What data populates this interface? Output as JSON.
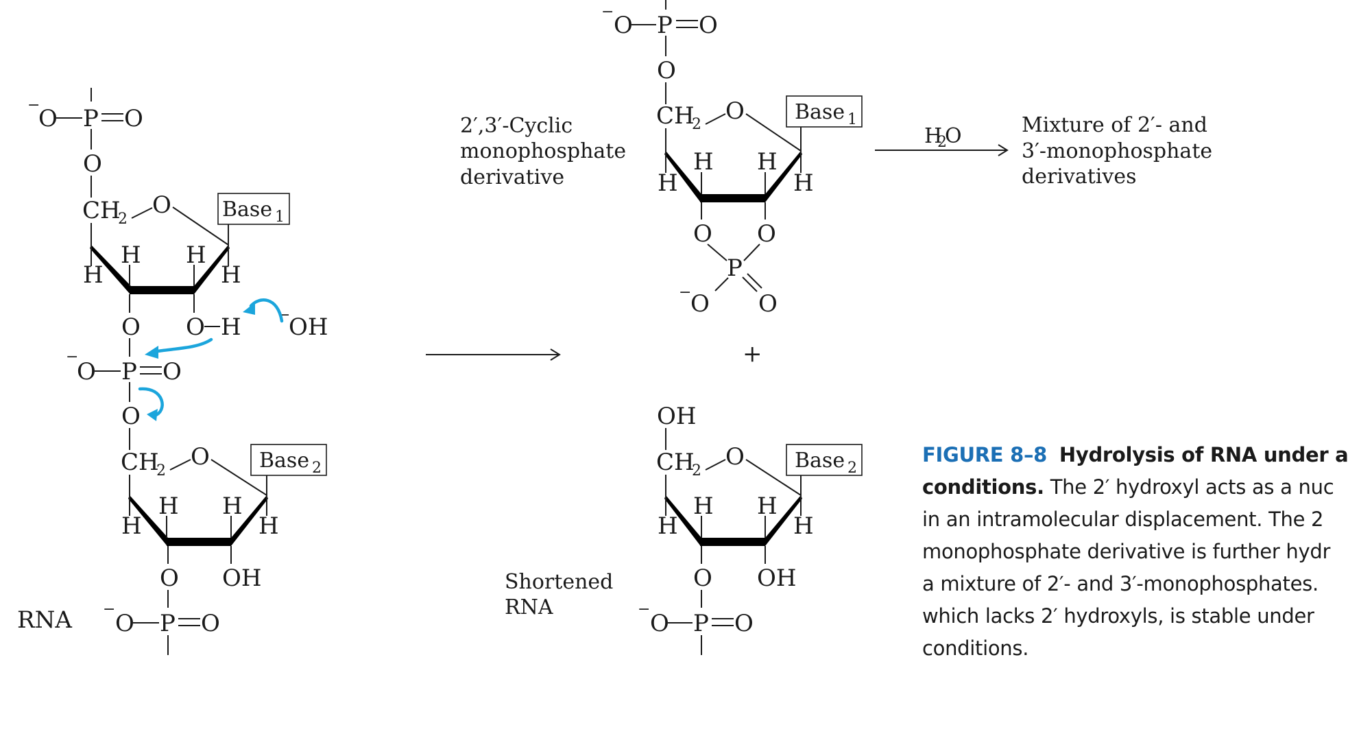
{
  "chem": {
    "O": "O",
    "P": "P",
    "H": "H",
    "OH": "OH",
    "CH": "CH",
    "sub2": "2",
    "sub1": "1",
    "minus": "−",
    "eq": "=",
    "base1": "Base",
    "base2": "Base"
  },
  "labels": {
    "rna": "RNA",
    "cyclic_line1": "2′,3′-Cyclic",
    "cyclic_line2": "monophosphate",
    "cyclic_line3": "derivative",
    "water": "H",
    "water_sub": "2",
    "water_o": "O",
    "mixture_line1": "Mixture of 2′- and",
    "mixture_line2": "3′-monophosphate",
    "mixture_line3": "derivatives",
    "plus": "+",
    "shortened_line1": "Shortened",
    "shortened_line2": "RNA"
  },
  "caption": {
    "figure_label": "FIGURE 8–8",
    "title_part1": "Hydrolysis of RNA under a",
    "title_part2": "conditions.",
    "line1_rest": "The 2′ hydroxyl acts as a nuc",
    "line2": "in an intramolecular displacement. The 2",
    "line3": "monophosphate derivative is further hydr",
    "line4": "a mixture of 2′- and 3′-monophosphates.",
    "line5": "which lacks 2′ hydroxyls, is stable under",
    "line6": "conditions."
  },
  "colors": {
    "arrow_blue": "#1ba5dc",
    "figure_label_blue": "#1b6fb5"
  }
}
